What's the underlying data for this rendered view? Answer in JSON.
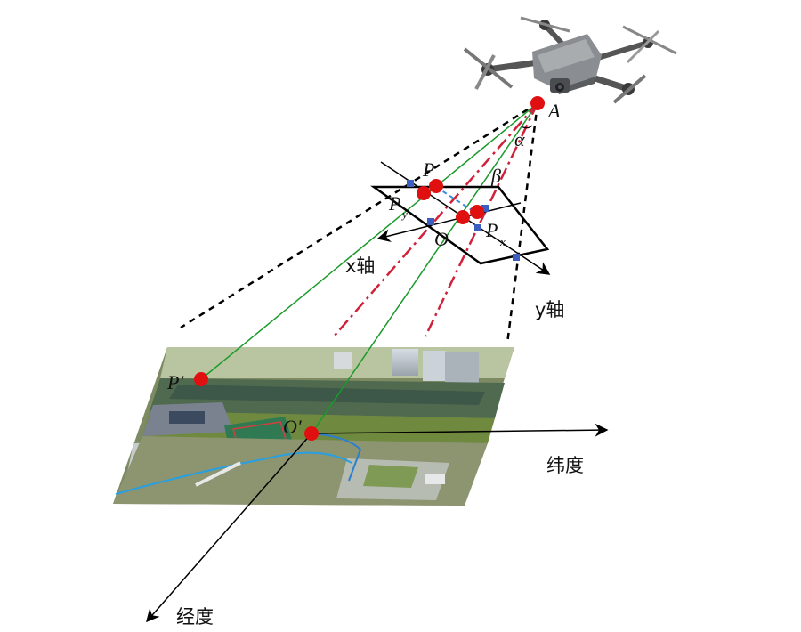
{
  "labels": {
    "point_a": "A",
    "alpha": "α",
    "beta": "β",
    "point_p": "P",
    "point_py": "P",
    "point_py_sub": "y",
    "point_px": "P",
    "point_px_sub": "x",
    "point_o": "O",
    "x_axis": "x轴",
    "y_axis": "y轴",
    "point_p_prime": "P′",
    "point_o_prime": "O′",
    "latitude_axis": "纬度",
    "longitude_axis": "经度"
  },
  "colors": {
    "point": "#e01010",
    "sight_line": "#1a9a2a",
    "angle_line": "#d0203a",
    "blue_dash": "#3a8fd8",
    "node": "#3a5fc0",
    "axis": "#000000"
  },
  "icons": {
    "drone": "quadcopter-drone-icon"
  }
}
